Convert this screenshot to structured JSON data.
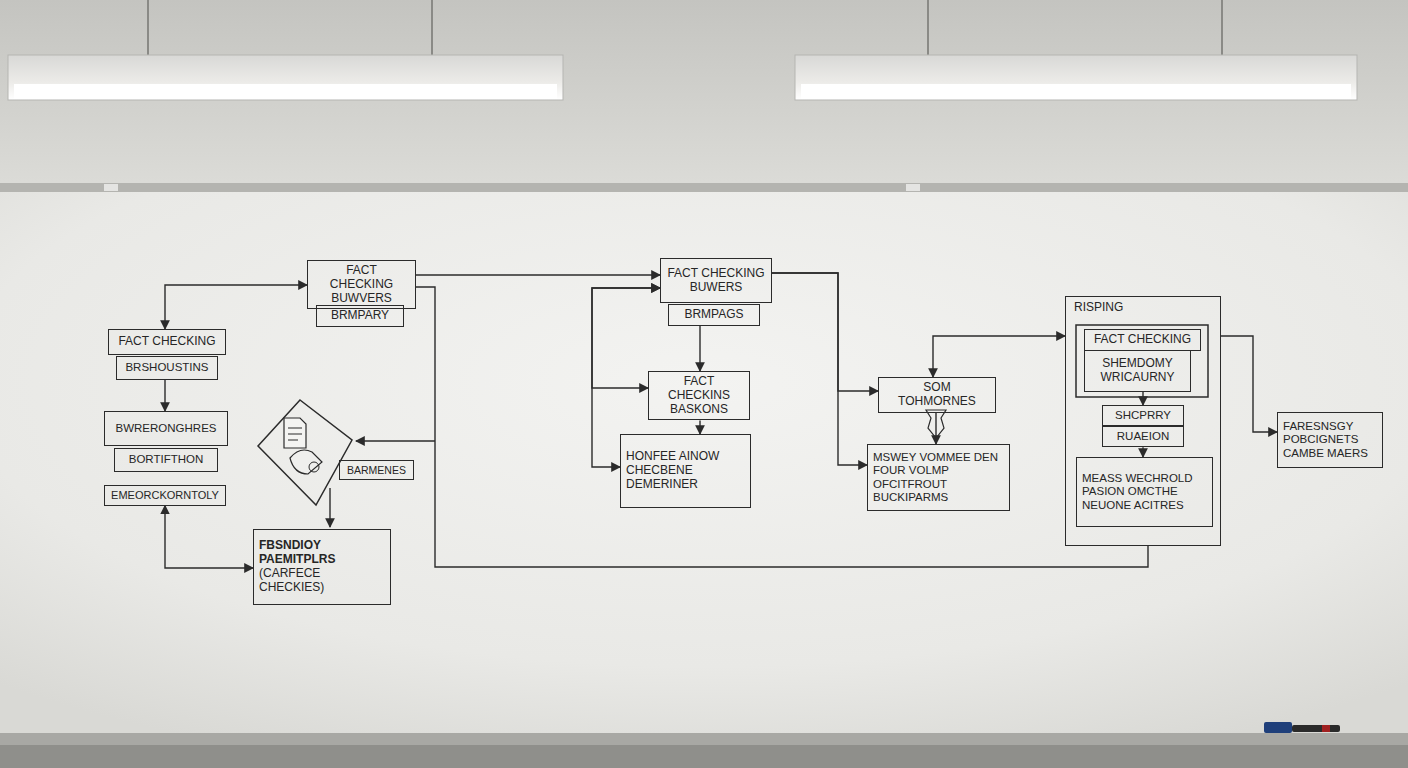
{
  "diagram": {
    "nodes": [
      {
        "text": [
          "FACT CHECKING BUWVERS"
        ]
      },
      {
        "text": [
          "BRMPARY"
        ]
      },
      {
        "text": [
          "FACT CHECKING"
        ]
      },
      {
        "text": [
          "BRSHOUSTINS"
        ]
      },
      {
        "text": [
          "BWRERONGHRES"
        ]
      },
      {
        "text": [
          "BORTIFTHON"
        ]
      },
      {
        "text": [
          "EMEORCKORNTOLY"
        ]
      },
      {
        "text": [
          "BARMENES"
        ]
      },
      {
        "text": [
          "FBSNDIOY PAEMITPLRS",
          "(CARFECE CHECKIES)"
        ]
      },
      {
        "text": [
          "FACT CHECKING BUWERS"
        ]
      },
      {
        "text": [
          "BRMPAGS"
        ]
      },
      {
        "text": [
          "FACT CHECKINS BASKONS"
        ]
      },
      {
        "text": [
          "HONFEE AINOW CHECBENE DEMERINER"
        ]
      },
      {
        "text": [
          "SOM TOHMORNES"
        ]
      },
      {
        "text": [
          "MSWEY VOMMEE DEN FOUR VOLMP OFCITFROUT BUCKIPARMS"
        ]
      },
      {
        "text": [
          "RISPING"
        ]
      },
      {
        "text": [
          "FACT CHECKING"
        ],
        "in": 15
      },
      {
        "text": [
          "SHEMDOMY WRICAURNY"
        ],
        "in": 15
      },
      {
        "text": [
          "SHCPRRY"
        ],
        "in": 15
      },
      {
        "text": [
          "RUAEION"
        ],
        "in": 15
      },
      {
        "text": [
          "MEASS WECHROLD PASION OMCTHE NEUONE ACITRES"
        ],
        "in": 15
      },
      {
        "text": [
          "FARESNSGY POBCIGNETS CAMBE MAERS"
        ]
      }
    ],
    "edges": [
      {
        "from": 2,
        "to": 0,
        "arrow": "both"
      },
      {
        "from": 3,
        "to": 4,
        "arrow": "to"
      },
      {
        "from": 6,
        "to": 8,
        "arrow": "both"
      },
      {
        "from": 0,
        "to": 9,
        "arrow": "to"
      },
      {
        "from": 0,
        "to": 15,
        "arrow": "none"
      },
      {
        "from": 9,
        "to": 11,
        "arrow": "both"
      },
      {
        "from": 9,
        "to": 12,
        "arrow": "both"
      },
      {
        "from": 10,
        "to": 11,
        "arrow": "to"
      },
      {
        "from": 11,
        "to": 12,
        "arrow": "to"
      },
      {
        "from": 9,
        "to": 14,
        "arrow": "to"
      },
      {
        "from": 9,
        "to": 13,
        "arrow": "to"
      },
      {
        "from": 13,
        "to": 15,
        "arrow": "both"
      },
      {
        "from": 13,
        "to": 14,
        "arrow": "to"
      },
      {
        "from": 15,
        "to": 21,
        "arrow": "to"
      },
      {
        "from": 17,
        "to": 18,
        "arrow": "to"
      },
      {
        "from": 19,
        "to": 20,
        "arrow": "to"
      }
    ]
  }
}
